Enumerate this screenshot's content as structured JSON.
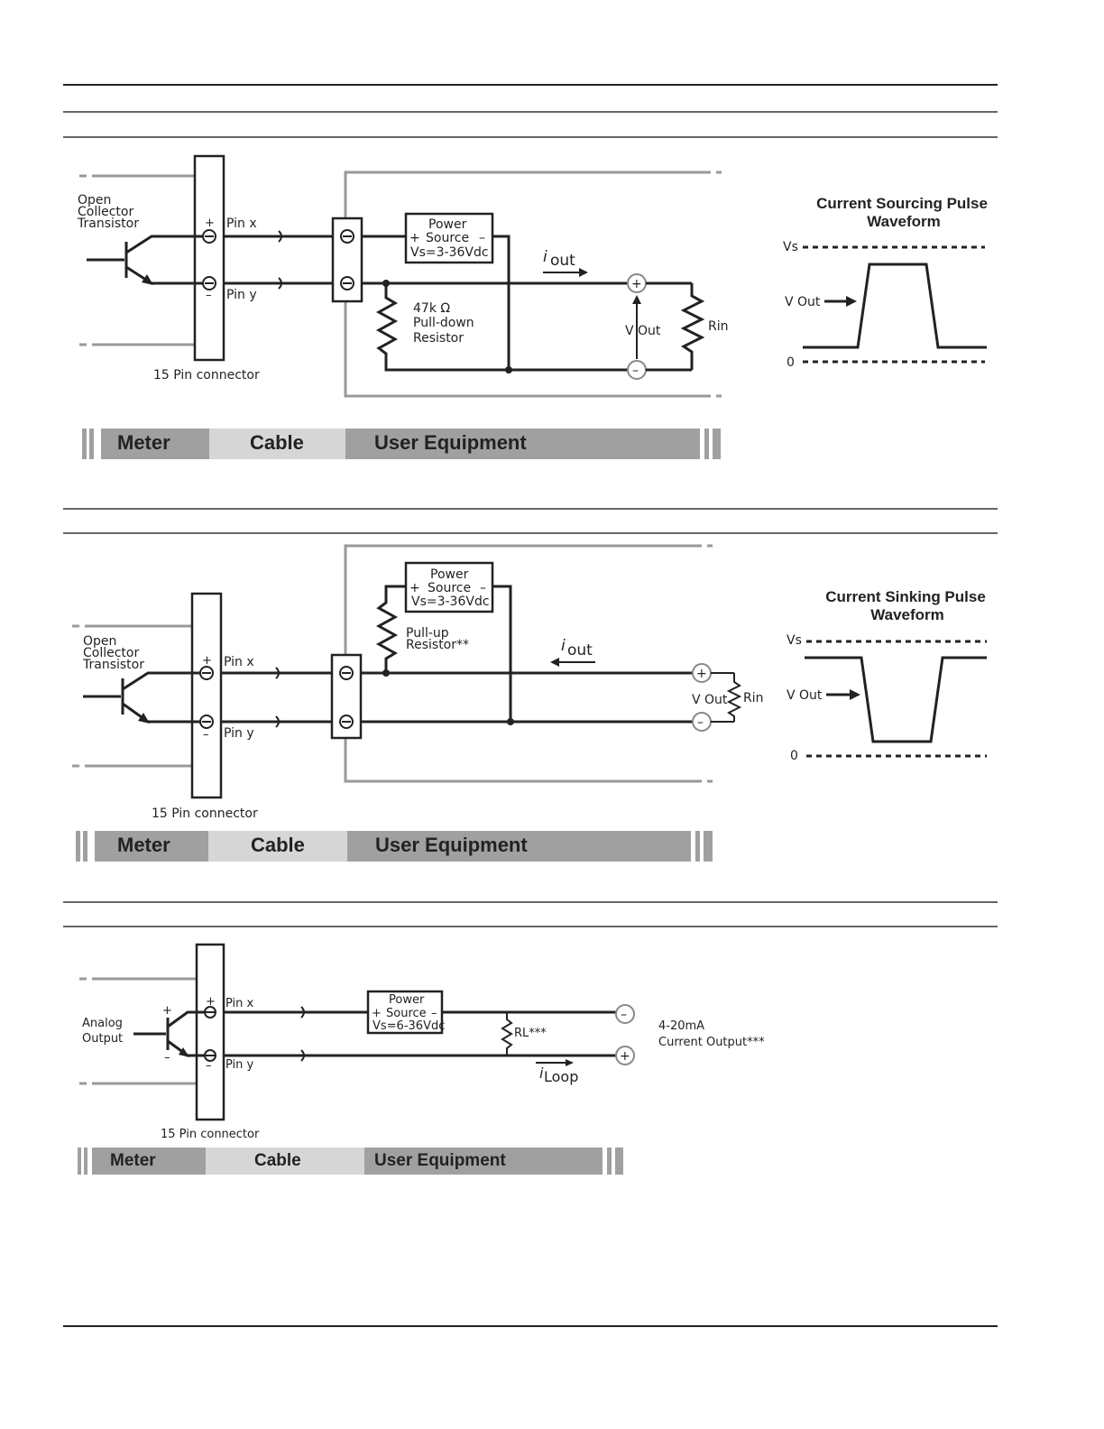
{
  "diagram1": {
    "transistor_label": [
      "Open",
      "Collector",
      "Transistor"
    ],
    "pin_x": "Pin x",
    "pin_y": "Pin y",
    "connector_label": "15 Pin connector",
    "power_source": [
      "Power",
      "Source",
      "Vs=3-36Vdc"
    ],
    "resistor_label": [
      "47k Ω",
      "Pull-down",
      "Resistor"
    ],
    "iout_i": "i",
    "iout_sub": "out",
    "vout": "V Out",
    "rin": "Rin",
    "waveform_title": [
      "Current Sourcing Pulse",
      "Waveform"
    ],
    "wf_vs": "Vs",
    "wf_vout": "V Out",
    "wf_zero": "0",
    "bar": {
      "meter": "Meter",
      "cable": "Cable",
      "user": "User Equipment"
    }
  },
  "diagram2": {
    "transistor_label": [
      "Open",
      "Collector",
      "Transistor"
    ],
    "pin_x": "Pin x",
    "pin_y": "Pin y",
    "connector_label": "15 Pin connector",
    "power_source": [
      "Power",
      "Source",
      "Vs=3-36Vdc"
    ],
    "resistor_label": [
      "Pull-up",
      "Resistor**"
    ],
    "iout_i": "i",
    "iout_sub": "out",
    "vout": "V Out",
    "rin": "Rin",
    "waveform_title": [
      "Current Sinking Pulse",
      "Waveform"
    ],
    "wf_vs": "Vs",
    "wf_vout": "V Out",
    "wf_zero": "0",
    "bar": {
      "meter": "Meter",
      "cable": "Cable",
      "user": "User Equipment"
    }
  },
  "diagram3": {
    "analog_label": [
      "Analog",
      "Output"
    ],
    "pin_x": "Pin x",
    "pin_y": "Pin y",
    "connector_label": "15 Pin connector",
    "power_source": [
      "Power",
      "Source",
      "Vs=6-36Vdc"
    ],
    "rl": "RL***",
    "iloop_i": "i",
    "iloop_sub": "Loop",
    "output_label": [
      "4-20mA",
      "Current Output***"
    ],
    "bar": {
      "meter": "Meter",
      "cable": "Cable",
      "user": "User Equipment"
    }
  },
  "colors": {
    "ink": "#222222",
    "gray_line": "#999999",
    "meter_bar": "#a0a0a0",
    "cable_bar": "#d6d6d6"
  }
}
